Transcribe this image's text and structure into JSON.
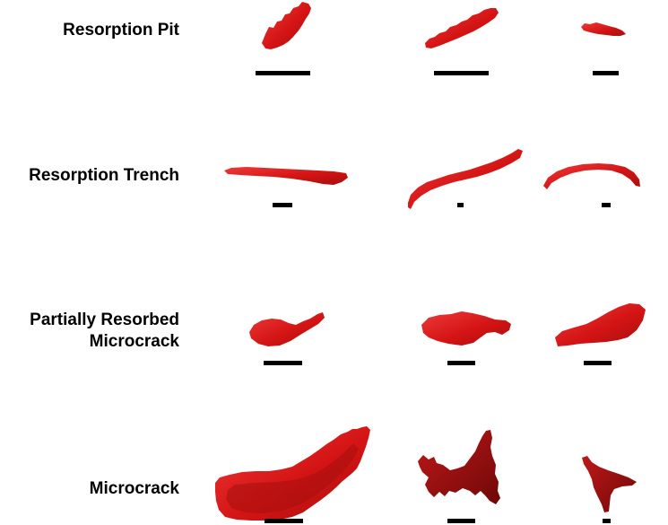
{
  "rows": [
    {
      "label_lines": [
        "Resorption Pit"
      ]
    },
    {
      "label_lines": [
        "Resorption Trench"
      ]
    },
    {
      "label_lines": [
        "Partially Resorbed",
        "Microcrack"
      ]
    },
    {
      "label_lines": [
        "Microcrack"
      ]
    }
  ],
  "colors": {
    "specimen": "#d41414",
    "specimen_dark": "#8e0b0b",
    "specimen_highlight": "#ee3a3a",
    "scale_bar": "#000000"
  }
}
